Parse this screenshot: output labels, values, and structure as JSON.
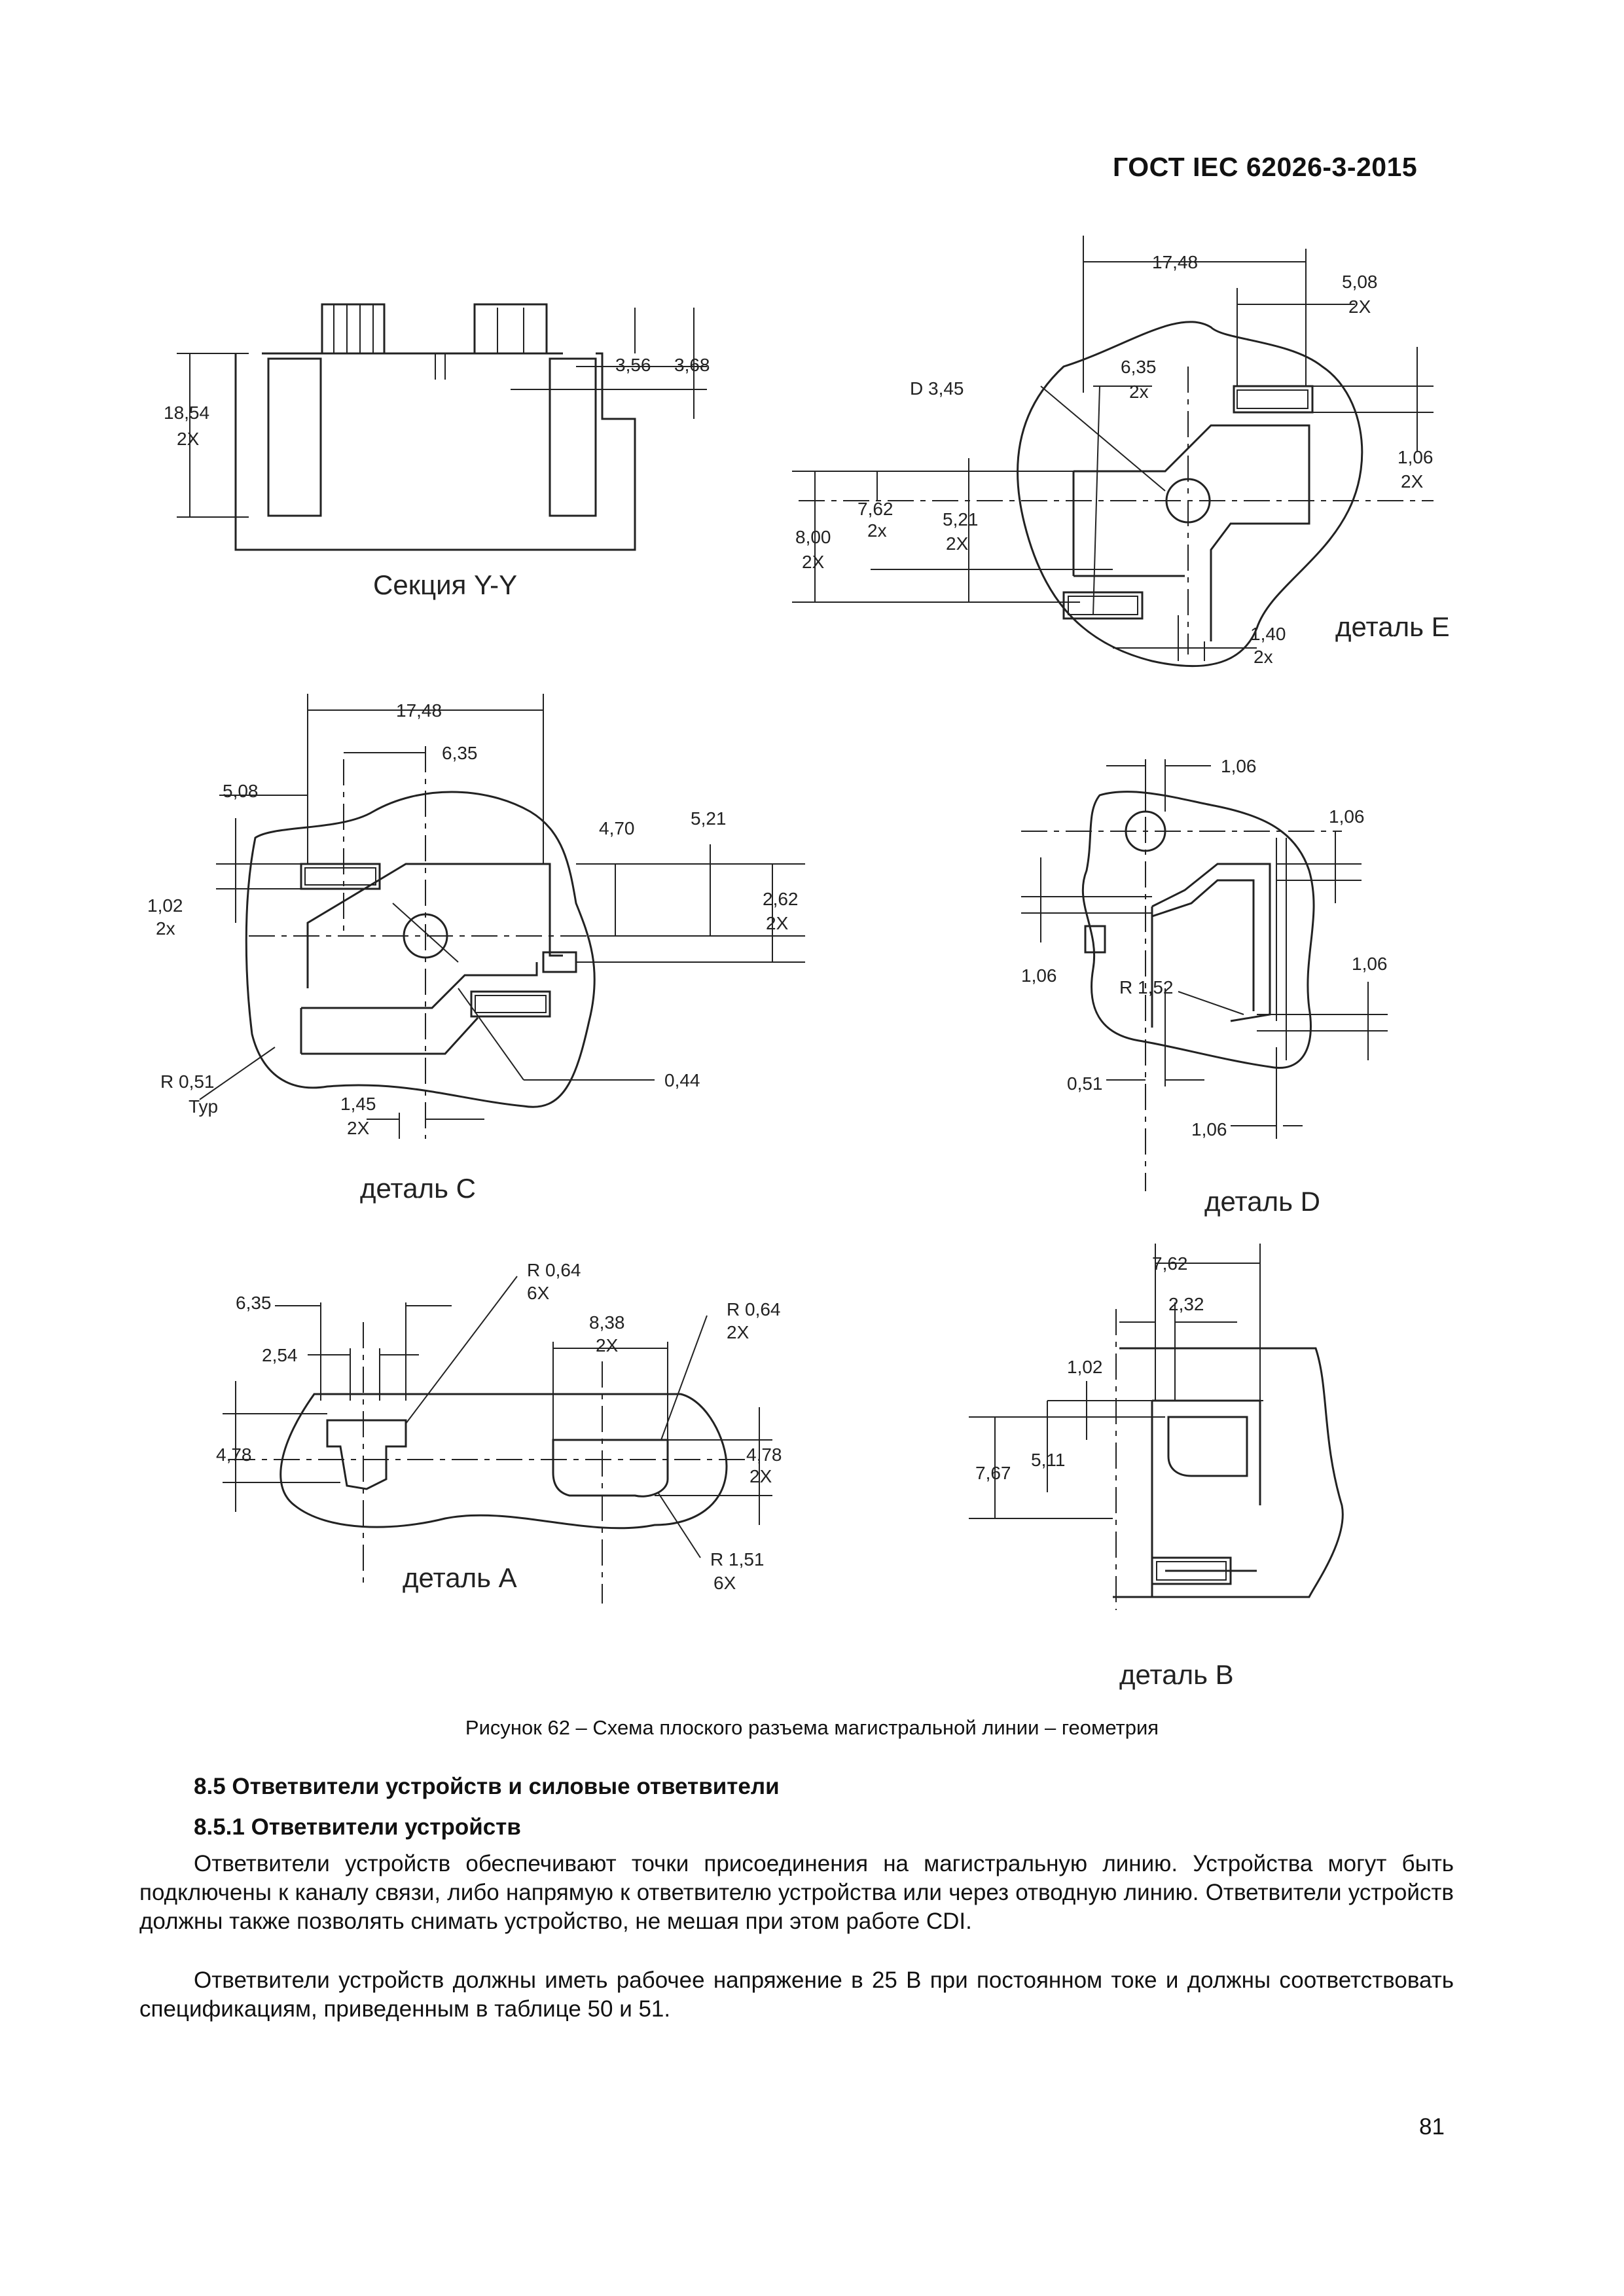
{
  "header": "ГОСТ IEC 62026-3-2015",
  "drawing": {
    "section_yy": {
      "title": "Секция Y-Y",
      "dims": [
        "18,54",
        "2X",
        "3,56",
        "3,68"
      ]
    },
    "detail_e": {
      "title": "деталь E",
      "dims": [
        "17,48",
        "5,08",
        "2X",
        "6,35",
        "2x",
        "D 3,45",
        "1,06",
        "2X",
        "7,62",
        "2x",
        "5,21",
        "2X",
        "8,00",
        "2X",
        "1,40",
        "2x"
      ]
    },
    "detail_c": {
      "title": "деталь C",
      "dims": [
        "17,48",
        "6,35",
        "5,08",
        "1,02",
        "2x",
        "4,70",
        "5,21",
        "2,62",
        "2X",
        "R 0,51",
        "Typ",
        "1,45",
        "2X",
        "0,44"
      ]
    },
    "detail_d": {
      "title": "деталь D",
      "dims": [
        "1,06",
        "1,06",
        "1,06",
        "R 1,52",
        "1,06",
        "0,51",
        "1,06"
      ]
    },
    "detail_a": {
      "title": "деталь A",
      "dims": [
        "6,35",
        "2,54",
        "R 0,64",
        "6X",
        "8,38",
        "2X",
        "R 0,64",
        "2X",
        "4,78",
        "4,78",
        "2X",
        "R 1,51",
        "6X"
      ]
    },
    "detail_b": {
      "title": "деталь B",
      "dims": [
        "7,62",
        "2,32",
        "1,02",
        "7,67",
        "5,11"
      ]
    }
  },
  "caption": "Рисунок 62 – Схема плоского разъема магистральной линии – геометрия",
  "section_heading": "8.5 Ответвители устройств и силовые ответвители",
  "subsection_heading": "8.5.1 Ответвители устройств",
  "paragraphs": [
    "Ответвители устройств обеспечивают точки присоединения на магистральную линию. Устройства могут быть подключены к каналу связи, либо напрямую к ответвителю устройства или через отводную линию. Ответвители устройств должны также позволять снимать устройство, не мешая при этом работе CDI.",
    "Ответвители устройств должны иметь рабочее напряжение в 25 В при постоянном токе и должны соответствовать спецификациям, приведенным в таблице 50 и 51."
  ],
  "page_number": "81"
}
